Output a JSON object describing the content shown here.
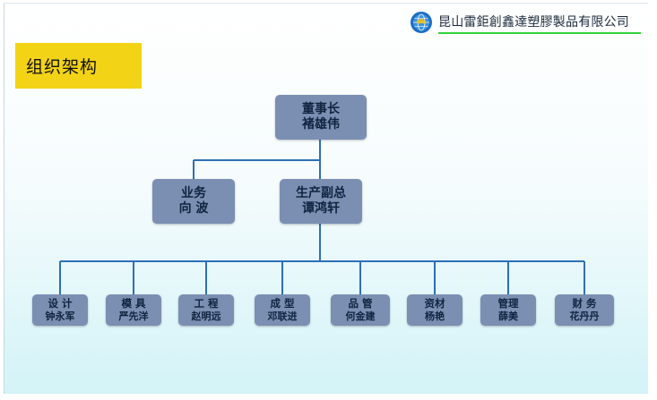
{
  "company": {
    "name": "昆山雷鉅創鑫達塑膠製品有限公司",
    "logo_icon": "globe-logo-icon"
  },
  "title": "组织架构",
  "colors": {
    "node_fill": "#7b8fb3",
    "line": "#2e6fb5",
    "title_bg": "#f3d316",
    "company_underline": "#2fd23a"
  },
  "org": {
    "chairman": {
      "role": "董事长",
      "name": "褚雄伟"
    },
    "business": {
      "role": "业务",
      "name": "向 波"
    },
    "vp": {
      "role": "生产副总",
      "name": "谭鸿轩"
    },
    "departments": [
      {
        "role": "设 计",
        "name": "钟永军"
      },
      {
        "role": "模 具",
        "name": "严先洋"
      },
      {
        "role": "工 程",
        "name": "赵明远"
      },
      {
        "role": "成 型",
        "name": "邓联进"
      },
      {
        "role": "品 管",
        "name": "何金建"
      },
      {
        "role": "资材",
        "name": "杨艳"
      },
      {
        "role": "管理",
        "name": "薛美"
      },
      {
        "role": "财 务",
        "name": "花丹丹"
      }
    ]
  }
}
